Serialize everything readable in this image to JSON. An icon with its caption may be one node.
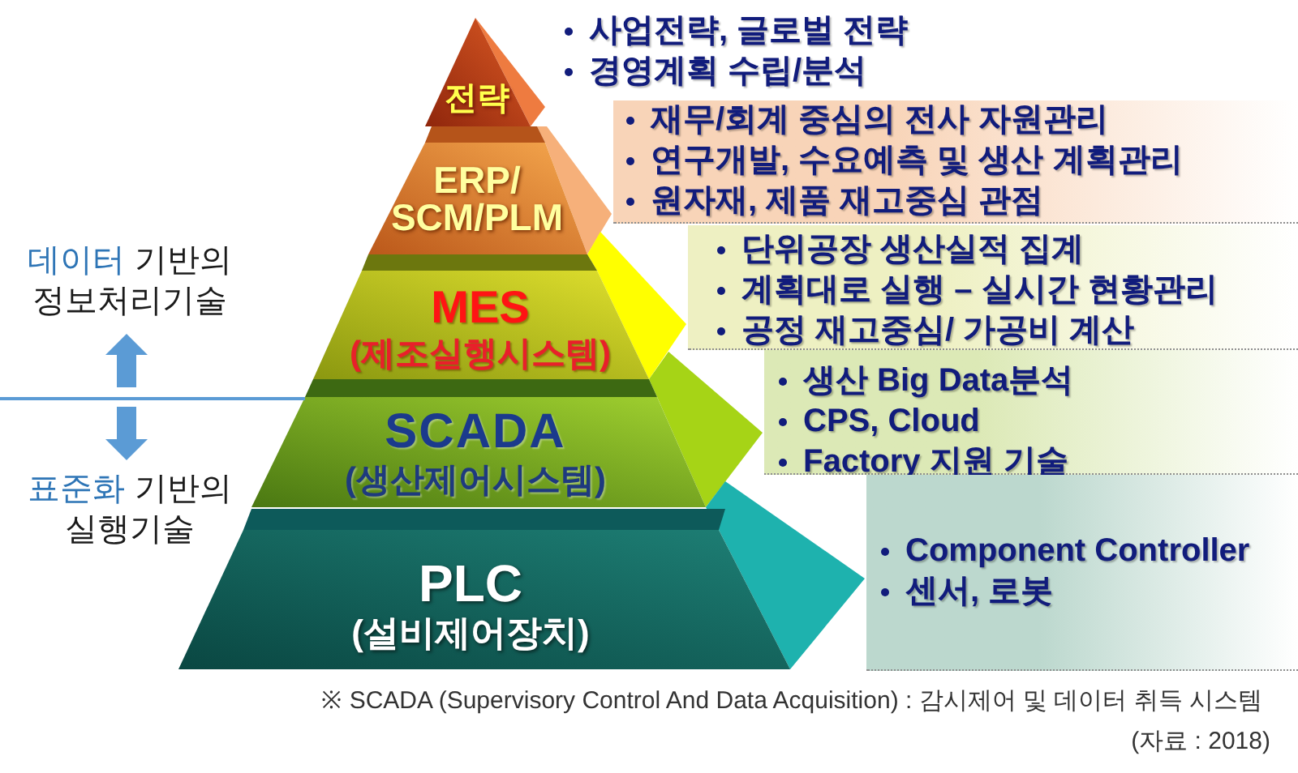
{
  "diagram": {
    "nodes": [
      {
        "text": [
          "전략"
        ],
        "beside": [
          "사업전략, 글로벌 전략",
          "경영계획 수립/분석"
        ]
      },
      {
        "text": [
          "ERP/ SCM/PLM"
        ]
      },
      {
        "text": [
          "재무/회계 중심의 전사 자원관리",
          "연구개발, 수요예측 및 생산 계획관리",
          "원자재, 제품 재고중심 관점"
        ]
      },
      {
        "text": [
          "MES",
          "(제조실행시스템)"
        ]
      },
      {
        "text": [
          "단위공장 생산실적 집계",
          "계획대로 실행 – 실시간 현황관리",
          "공정 재고중심/ 가공비 계산"
        ]
      },
      {
        "text": [
          "SCADA",
          "(생산제어시스템)"
        ]
      },
      {
        "text": [
          "생산 Big Data분석",
          "CPS, Cloud",
          "Factory 지원 기술"
        ]
      },
      {
        "text": [
          "PLC",
          "(설비제어장치)"
        ]
      },
      {
        "text": [
          "Component Controller",
          "센서, 로봇"
        ]
      }
    ],
    "labels": [
      "데이터 기반의 정보처리기술",
      "표준화 기반의 실행기술",
      "※ SCADA (Supervisory Control And Data Acquisition) : 감시제어 및 데이터 취득 시스템",
      "(자료 : 2018)"
    ]
  }
}
